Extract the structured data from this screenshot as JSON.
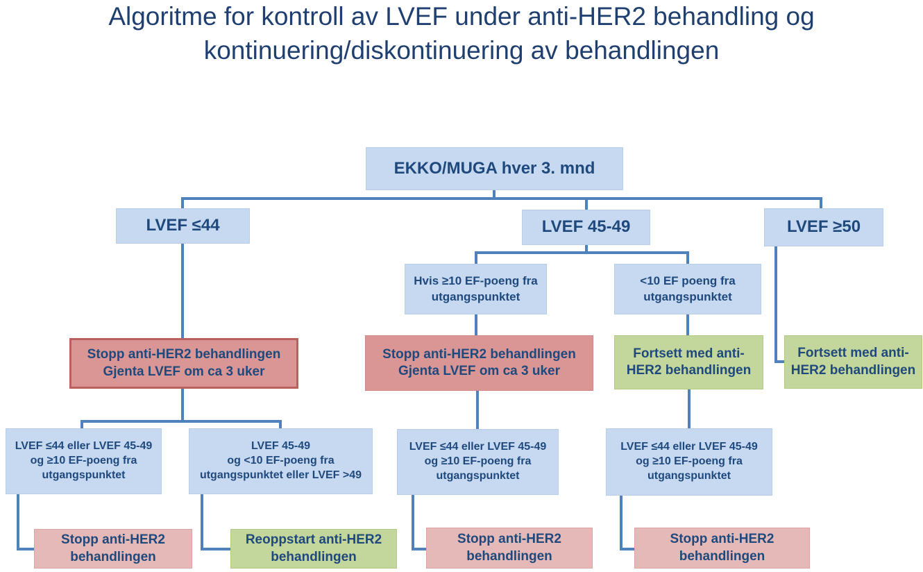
{
  "diagram_title": {
    "line1": "Algoritme for kontroll av LVEF under anti-HER2 behandling og",
    "line2": "kontinuering/diskontinuering av behandlingen"
  },
  "colors": {
    "title_text": "#1f3f70",
    "box_text": "#1f497d",
    "connector": "#4f81bd",
    "light_blue_fill": "#c6d9f0",
    "red_fill": "#d99694",
    "red_border": "#bb605d",
    "pink_fill": "#e5b9b7",
    "green_fill": "#c3d69b"
  },
  "nodes": {
    "root": {
      "lines": [
        "EKKO/MUGA hver 3. mnd"
      ]
    },
    "lvef_le_44": {
      "lines": [
        "LVEF ≤44"
      ]
    },
    "lvef_45_49": {
      "lines": [
        "LVEF 45-49"
      ]
    },
    "lvef_ge_50": {
      "lines": [
        "LVEF ≥50"
      ]
    },
    "drop_ge_10": {
      "lines": [
        "Hvis ≥10 EF-poeng fra",
        "utgangspunktet"
      ]
    },
    "drop_lt_10": {
      "lines": [
        "<10 EF poeng fra",
        "utgangspunktet"
      ]
    },
    "stop_retest_left": {
      "lines": [
        "Stopp anti-HER2 behandlingen",
        "Gjenta LVEF om ca 3 uker"
      ]
    },
    "stop_retest_mid": {
      "lines": [
        "Stopp anti-HER2 behandlingen",
        "Gjenta LVEF om ca 3 uker"
      ]
    },
    "continue_mid": {
      "lines": [
        "Fortsett med anti-",
        "HER2 behandlingen"
      ]
    },
    "continue_right": {
      "lines": [
        "Fortsett med anti-",
        "HER2 behandlingen"
      ]
    },
    "cond_low_left": {
      "lines": [
        "LVEF ≤44 eller LVEF 45-49",
        "og ≥10 EF-poeng fra",
        "utgangspunktet"
      ]
    },
    "cond_recovered": {
      "lines": [
        "LVEF 45-49",
        "og <10 EF-poeng fra",
        "utgangspunktet eller LVEF >49"
      ]
    },
    "cond_low_mid": {
      "lines": [
        "LVEF ≤44 eller LVEF 45-49",
        "og ≥10 EF-poeng fra",
        "utgangspunktet"
      ]
    },
    "cond_low_right": {
      "lines": [
        "LVEF ≤44 eller LVEF 45-49",
        "og ≥10 EF-poeng fra",
        "utgangspunktet"
      ]
    },
    "stop_final_left": {
      "lines": [
        "Stopp anti-HER2",
        "behandlingen"
      ]
    },
    "restart": {
      "lines": [
        "Reoppstart anti-HER2",
        "behandlingen"
      ]
    },
    "stop_final_mid": {
      "lines": [
        "Stopp anti-HER2",
        "behandlingen"
      ]
    },
    "stop_final_right": {
      "lines": [
        "Stopp anti-HER2",
        "behandlingen"
      ]
    }
  }
}
